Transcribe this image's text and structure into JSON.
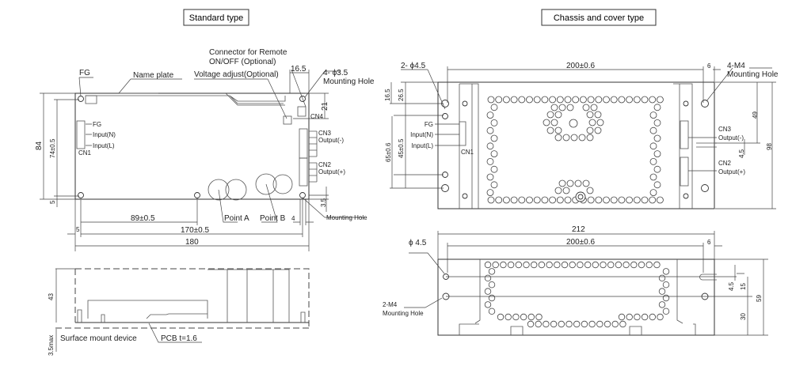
{
  "titles": {
    "standard": "Standard type",
    "chassis": "Chassis and cover type"
  },
  "standard": {
    "fg": "FG",
    "name_plate": "Name plate",
    "remote_1": "Connector for Remote",
    "remote_2": "ON/OFF (Optional)",
    "voltage_adjust": "Voltage adjust(Optional)",
    "dim_16_5": "16.5",
    "mount_qty": "4- ϕ3.5",
    "mount_hole": "Mounting Hole",
    "dim_21": "21",
    "cn4": "CN4",
    "cn1_fg": "FG",
    "cn1_n": "Input(N)",
    "cn1_l": "Input(L)",
    "cn1": "CN1",
    "cn3": "CN3",
    "cn3_out": "Output(-)",
    "cn2": "CN2",
    "cn2_out": "Output(+)",
    "dim_84": "84",
    "dim_74": "74±0.5",
    "dim_5v": "5",
    "dim_3_5": "3.5",
    "mount_hole_2": "Mounting Hole",
    "point_a": "Point A",
    "point_b": "Point B",
    "dim_89": "89±0.5",
    "dim_4": "4",
    "dim_5h": "5",
    "dim_170": "170±0.5",
    "dim_180": "180",
    "dim_43": "43",
    "dim_3_5max": "3.5max",
    "smd": "Surface mount device",
    "pcb": "PCB  t=1.6"
  },
  "chassis": {
    "hole_2": "2- ϕ4.5",
    "dim_200": "200±0.6",
    "dim_6": "6",
    "m4": "4-M4",
    "mount_hole": "Mounting Hole",
    "dim_16_5": "16.5",
    "dim_26_5": "26.5",
    "dim_65": "65±0.6",
    "dim_45": "45±0.5",
    "fg": "FG",
    "in_n": "Input(N)",
    "in_l": "Input(L)",
    "cn1": "CN1",
    "cn3": "CN3",
    "cn3_out": "Output(-)",
    "cn2": "CN2",
    "cn2_out": "Output(+)",
    "dim_49": "49",
    "dim_4_5": "4.5",
    "dim_98": "98",
    "side_212": "212",
    "side_200": "200±0.6",
    "side_6": "6",
    "side_hole": "ϕ 4.5",
    "side_m4": "2-M4",
    "side_mount": "Mounting Hole",
    "side_4_5": "4.5",
    "side_15": "15",
    "side_59": "59",
    "side_30": "30"
  }
}
